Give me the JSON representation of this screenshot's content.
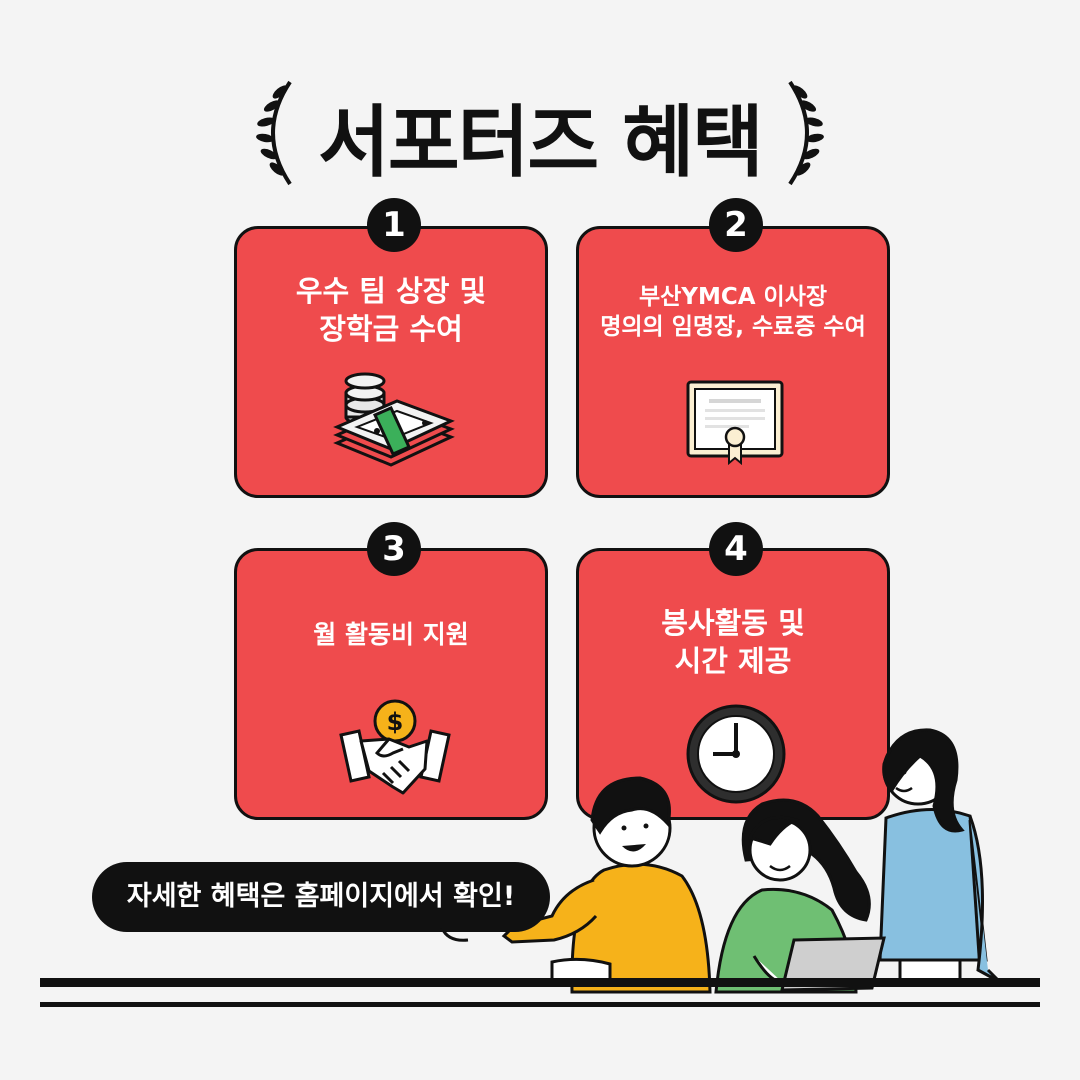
{
  "title": "서포터즈 혜택",
  "icons": {
    "title_decoration": "laurel-branch-icon",
    "card1": "money-stack-icon",
    "card2": "certificate-icon",
    "card3": "handshake-coin-icon",
    "card4": "clock-icon"
  },
  "colors": {
    "card": "#ef4b4d",
    "background": "#f4f4f4",
    "ink": "#111111"
  },
  "benefits": [
    {
      "number": "1",
      "line1": "우수 팀 상장 및",
      "line2": "장학금 수여"
    },
    {
      "number": "2",
      "line1": "부산YMCA 이사장",
      "line2": "명의의 임명장, 수료증 수여"
    },
    {
      "number": "3",
      "line1": "월 활동비 지원",
      "line2": ""
    },
    {
      "number": "4",
      "line1": "봉사활동 및",
      "line2": "시간 제공"
    }
  ],
  "callout": "자세한 혜택은 홈페이지에서 확인!"
}
